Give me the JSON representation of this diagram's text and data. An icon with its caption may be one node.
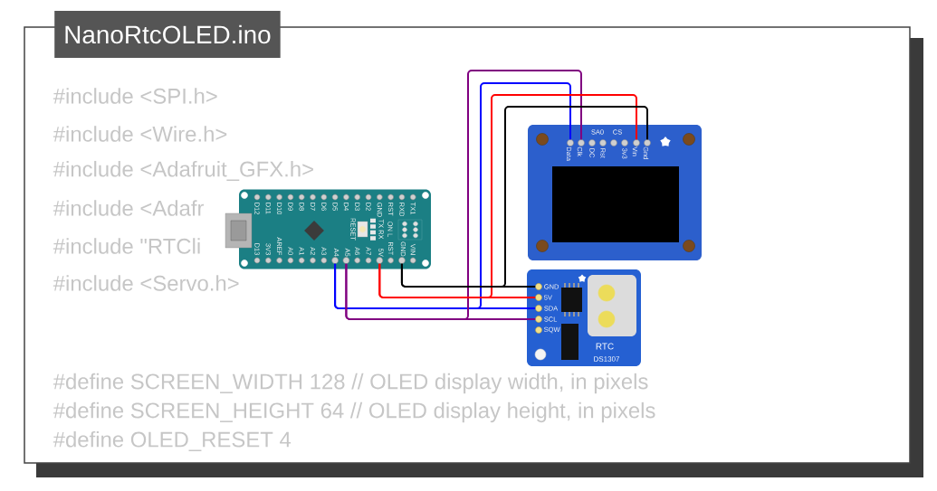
{
  "diagram": {
    "nodes": [
      {
        "text": [],
        "shape": "picture"
      },
      {
        "text": [
          "A4"
        ],
        "in": 0
      },
      {
        "text": [
          "A5"
        ],
        "in": 0
      },
      {
        "text": [
          "5V"
        ],
        "in": 0
      },
      {
        "text": [
          "GND"
        ],
        "in": 0
      },
      {
        "text": [],
        "shape": "picture"
      },
      {
        "text": [
          "Data"
        ],
        "in": 5
      },
      {
        "text": [
          "Clk"
        ],
        "in": 5
      },
      {
        "text": [
          "Vin"
        ],
        "in": 5
      },
      {
        "text": [
          "Gnd"
        ],
        "in": 5
      },
      {
        "text": [
          "RTC",
          "DS1307"
        ]
      },
      {
        "text": [
          "GND"
        ],
        "in": 10
      },
      {
        "text": [
          "5V"
        ],
        "in": 10
      },
      {
        "text": [
          "SDA"
        ],
        "in": 10
      },
      {
        "text": [
          "SCL"
        ],
        "in": 10
      }
    ],
    "edges": [
      {
        "from": 1,
        "to": 6,
        "arrow": "none",
        "color": "#0000ff"
      },
      {
        "from": 1,
        "to": 13,
        "arrow": "none",
        "color": "#0000ff"
      },
      {
        "from": 2,
        "to": 7,
        "arrow": "none",
        "color": "#800080"
      },
      {
        "from": 2,
        "to": 14,
        "arrow": "none",
        "color": "#800080"
      },
      {
        "from": 3,
        "to": 8,
        "arrow": "none",
        "color": "#ff0000"
      },
      {
        "from": 3,
        "to": 12,
        "arrow": "none",
        "color": "#ff0000"
      },
      {
        "from": 4,
        "to": 9,
        "arrow": "none",
        "color": "#000000"
      },
      {
        "from": 4,
        "to": 11,
        "arrow": "none",
        "color": "#000000"
      }
    ],
    "labels": [
      "NanoRtcOLED.ino",
      "#include <SPI.h>",
      "#include <Wire.h>",
      "#include <Adafruit_GFX.h>",
      "#include <Adafr",
      "#include \"RTCli",
      "#include <Servo.h>",
      "D12",
      "D11",
      "D10",
      "D9",
      "D8",
      "D7",
      "D6",
      "D5",
      "D4",
      "D3",
      "D2",
      "GND",
      "RST",
      "RXD",
      "TX1",
      "RESET",
      "TX RX",
      "ON L",
      "D13",
      "3V3",
      "AREF",
      "A0",
      "A1",
      "A2",
      "A3",
      "A6",
      "A7",
      "RST",
      "VIN",
      "SA0",
      "CS",
      "DC",
      "Rst",
      "3v3",
      "SQW",
      "#define SCREEN_WIDTH 128 // OLED display width, in pixels",
      "#define SCREEN_HEIGHT 64 // OLED display height, in pixels",
      "#define OLED_RESET 4"
    ]
  }
}
